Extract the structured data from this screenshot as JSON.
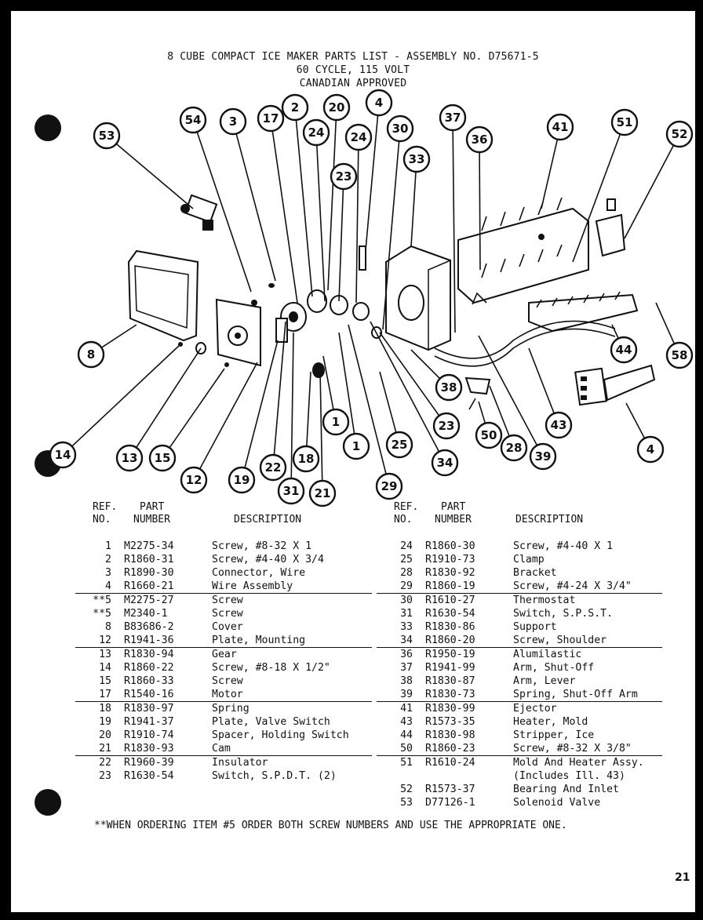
{
  "header": {
    "line1": "8 CUBE COMPACT ICE MAKER PARTS LIST - ASSEMBLY NO. D75671-5",
    "line2": "60 CYCLE, 115 VOLT",
    "line3": "CANADIAN APPROVED"
  },
  "callouts": [
    "53",
    "54",
    "3",
    "17",
    "2",
    "20",
    "24",
    "4",
    "24",
    "23",
    "30",
    "33",
    "37",
    "36",
    "41",
    "51",
    "52",
    "8",
    "14",
    "13",
    "15",
    "12",
    "19",
    "22",
    "31",
    "18",
    "21",
    "1",
    "1",
    "29",
    "25",
    "34",
    "23",
    "38",
    "50",
    "28",
    "39",
    "43",
    "44",
    "58",
    "4"
  ],
  "table_headers": {
    "ref": "REF.",
    "no": "NO.",
    "part": "PART",
    "number": "NUMBER",
    "description": "DESCRIPTION"
  },
  "left_rows": [
    {
      "ref": "1",
      "part": "M2275-34",
      "desc": "Screw, #8-32 X 1"
    },
    {
      "ref": "2",
      "part": "R1860-31",
      "desc": "Screw, #4-40 X 3/4"
    },
    {
      "ref": "3",
      "part": "R1890-30",
      "desc": "Connector, Wire"
    },
    {
      "ref": "4",
      "part": "R1660-21",
      "desc": "Wire Assembly"
    },
    {
      "ref": "**5",
      "part": "M2275-27",
      "desc": "Screw"
    },
    {
      "ref": "**5",
      "part": "M2340-1",
      "desc": "Screw"
    },
    {
      "ref": "8",
      "part": "B83686-2",
      "desc": "Cover"
    },
    {
      "ref": "12",
      "part": "R1941-36",
      "desc": "Plate, Mounting"
    },
    {
      "ref": "13",
      "part": "R1830-94",
      "desc": "Gear"
    },
    {
      "ref": "14",
      "part": "R1860-22",
      "desc": "Screw, #8-18 X 1/2\""
    },
    {
      "ref": "15",
      "part": "R1860-33",
      "desc": "Screw"
    },
    {
      "ref": "17",
      "part": "R1540-16",
      "desc": "Motor"
    },
    {
      "ref": "18",
      "part": "R1830-97",
      "desc": "Spring"
    },
    {
      "ref": "19",
      "part": "R1941-37",
      "desc": "Plate, Valve Switch"
    },
    {
      "ref": "20",
      "part": "R1910-74",
      "desc": "Spacer, Holding Switch"
    },
    {
      "ref": "21",
      "part": "R1830-93",
      "desc": "Cam"
    },
    {
      "ref": "22",
      "part": "R1960-39",
      "desc": "Insulator"
    },
    {
      "ref": "23",
      "part": "R1630-54",
      "desc": "Switch, S.P.D.T. (2)"
    }
  ],
  "right_rows": [
    {
      "ref": "24",
      "part": "R1860-30",
      "desc": "Screw, #4-40 X 1"
    },
    {
      "ref": "25",
      "part": "R1910-73",
      "desc": "Clamp"
    },
    {
      "ref": "28",
      "part": "R1830-92",
      "desc": "Bracket"
    },
    {
      "ref": "29",
      "part": "R1860-19",
      "desc": "Screw, #4-24 X 3/4\""
    },
    {
      "ref": "30",
      "part": "R1610-27",
      "desc": "Thermostat"
    },
    {
      "ref": "31",
      "part": "R1630-54",
      "desc": "Switch, S.P.S.T."
    },
    {
      "ref": "33",
      "part": "R1830-86",
      "desc": "Support"
    },
    {
      "ref": "34",
      "part": "R1860-20",
      "desc": "Screw, Shoulder"
    },
    {
      "ref": "36",
      "part": "R1950-19",
      "desc": "Alumilastic"
    },
    {
      "ref": "37",
      "part": "R1941-99",
      "desc": "Arm, Shut-Off"
    },
    {
      "ref": "38",
      "part": "R1830-87",
      "desc": "Arm, Lever"
    },
    {
      "ref": "39",
      "part": "R1830-73",
      "desc": "Spring, Shut-Off Arm"
    },
    {
      "ref": "41",
      "part": "R1830-99",
      "desc": "Ejector"
    },
    {
      "ref": "43",
      "part": "R1573-35",
      "desc": "Heater, Mold"
    },
    {
      "ref": "44",
      "part": "R1830-98",
      "desc": "Stripper, Ice"
    },
    {
      "ref": "50",
      "part": "R1860-23",
      "desc": "Screw, #8-32 X 3/8\""
    },
    {
      "ref": "51",
      "part": "R1610-24",
      "desc": "Mold And Heater Assy."
    },
    {
      "ref": "",
      "part": "",
      "desc": "(Includes Ill. 43)"
    },
    {
      "ref": "52",
      "part": "R1573-37",
      "desc": "Bearing And Inlet"
    },
    {
      "ref": "53",
      "part": "D77126-1",
      "desc": "Solenoid Valve"
    }
  ],
  "footnote": "**WHEN ORDERING ITEM #5 ORDER BOTH SCREW NUMBERS AND USE THE APPROPRIATE ONE.",
  "page_number": "21"
}
